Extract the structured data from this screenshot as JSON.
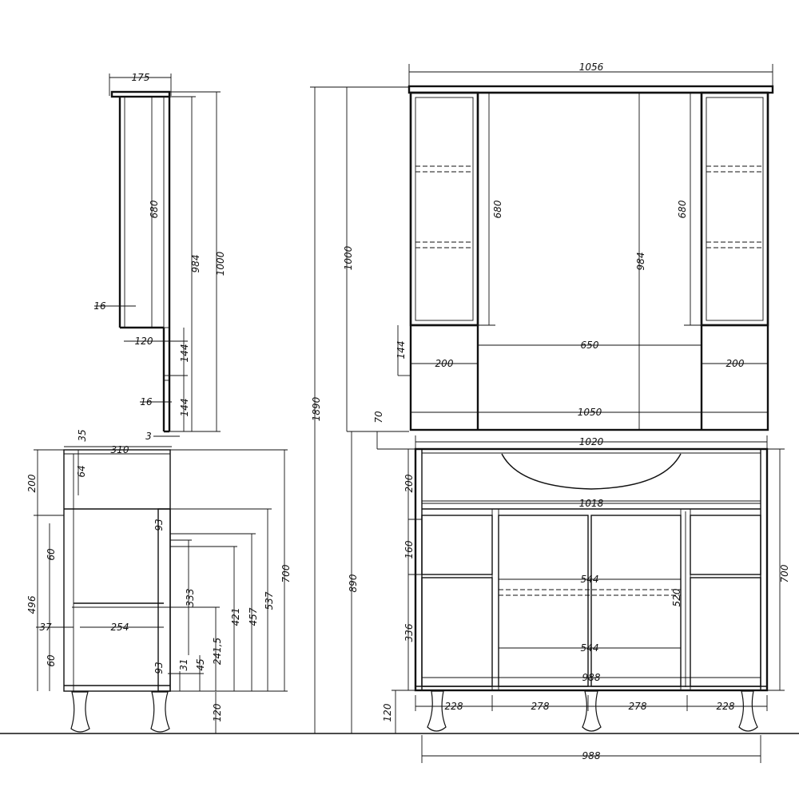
{
  "dimensions": {
    "side_mirror_depth": "175",
    "side_mirror_shelf_height": "680",
    "side_mirror_inner_height": "984",
    "side_mirror_total_height": "1000",
    "side_mirror_panel": "16",
    "side_mirror_bottom_depth": "120",
    "side_mirror_drawer_1": "144",
    "side_mirror_drawer_2": "144",
    "side_mirror_shelf_thick": "16",
    "side_mirror_gap": "3",
    "vanity_top_lip": "35",
    "vanity_depth": "310",
    "vanity_counter_offset": "64",
    "vanity_sink_height": "200",
    "vanity_side_gap": "60",
    "vanity_lower_gap": "60",
    "vanity_door_height": "496",
    "vanity_back_offset": "37",
    "vanity_shelf_depth": "254",
    "vanity_hinge_1": "93",
    "vanity_hinge_2": "93",
    "vanity_hinge_span": "333",
    "vanity_small_1": "31",
    "vanity_small_2": "45",
    "vanity_shelf_height": "241,5",
    "vanity_h_421": "421",
    "vanity_h_457": "457",
    "vanity_h_537": "537",
    "vanity_height": "700",
    "vanity_leg_height": "120",
    "overall_height": "1890",
    "mirror_mount_height": "1000",
    "vanity_total_height": "890",
    "mirror_width": "1056",
    "front_mirror_shelf_left": "680",
    "front_mirror_inner": "984",
    "front_mirror_shelf_right": "680",
    "front_mirror_drawer": "144",
    "front_mirror_left_cabinet": "200",
    "front_mirror_mirror": "650",
    "front_mirror_right_cabinet": "200",
    "front_mirror_base": "1050",
    "mirror_gap": "70",
    "vanity_top_width": "1020",
    "front_sink_height": "200",
    "vanity_inner_width": "1018",
    "front_drawer_height": "160",
    "front_shelf_width_upper": "544",
    "front_inner_height": "520",
    "front_lower_height": "336",
    "front_shelf_width_lower": "544",
    "front_base_inner": "988",
    "front_height": "700",
    "front_section_1": "228",
    "front_section_2": "278",
    "front_section_3": "278",
    "front_section_4": "228",
    "front_leg_height": "120",
    "front_base_width": "988"
  }
}
